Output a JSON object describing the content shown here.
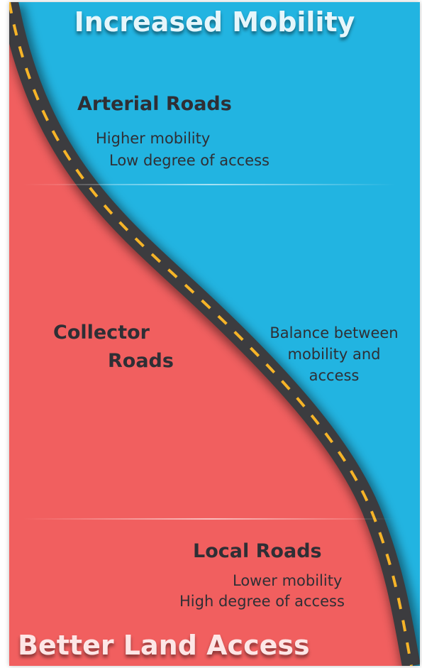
{
  "title_top": "Increased Mobility",
  "title_bottom": "Better Land Access",
  "arterial": {
    "title": "Arterial Roads",
    "desc_line1": "Higher mobility",
    "desc_line2": "Low degree of access"
  },
  "collector": {
    "title_line1": "Collector",
    "title_line2": "Roads",
    "desc_line1": "Balance between",
    "desc_line2": "mobility and",
    "desc_line3": "access"
  },
  "local": {
    "title": "Local Roads",
    "desc_line1": "Lower mobility",
    "desc_line2": "High degree of access"
  },
  "colors": {
    "mobility_blue": "#22b4e1",
    "access_red": "#f15f5f",
    "road": "#3c3c3f",
    "lane_marking": "#f6b428",
    "text_dark": "#2f2f35"
  }
}
